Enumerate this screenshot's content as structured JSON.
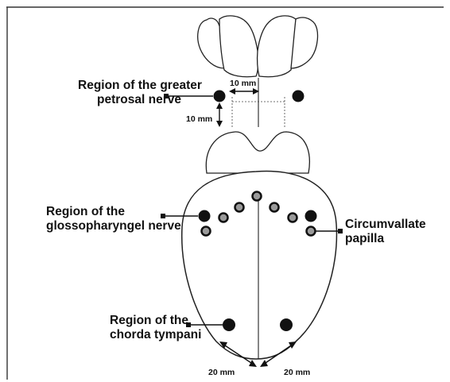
{
  "labels": {
    "greater_petrosal_line1": "Region of the greater",
    "greater_petrosal_line2": "petrosal nerve",
    "glossopharyngeal_line1": "Region of the",
    "glossopharyngeal_line2": "glossopharyngel nerve",
    "circumvallate_line1": "Circumvallate",
    "circumvallate_line2": "papilla",
    "chorda_line1": "Region of the",
    "chorda_line2": "chorda tympani"
  },
  "measurements": {
    "palate_horizontal": "10 mm",
    "palate_vertical": "10 mm",
    "tip_left": "20 mm",
    "tip_right": "20 mm"
  }
}
